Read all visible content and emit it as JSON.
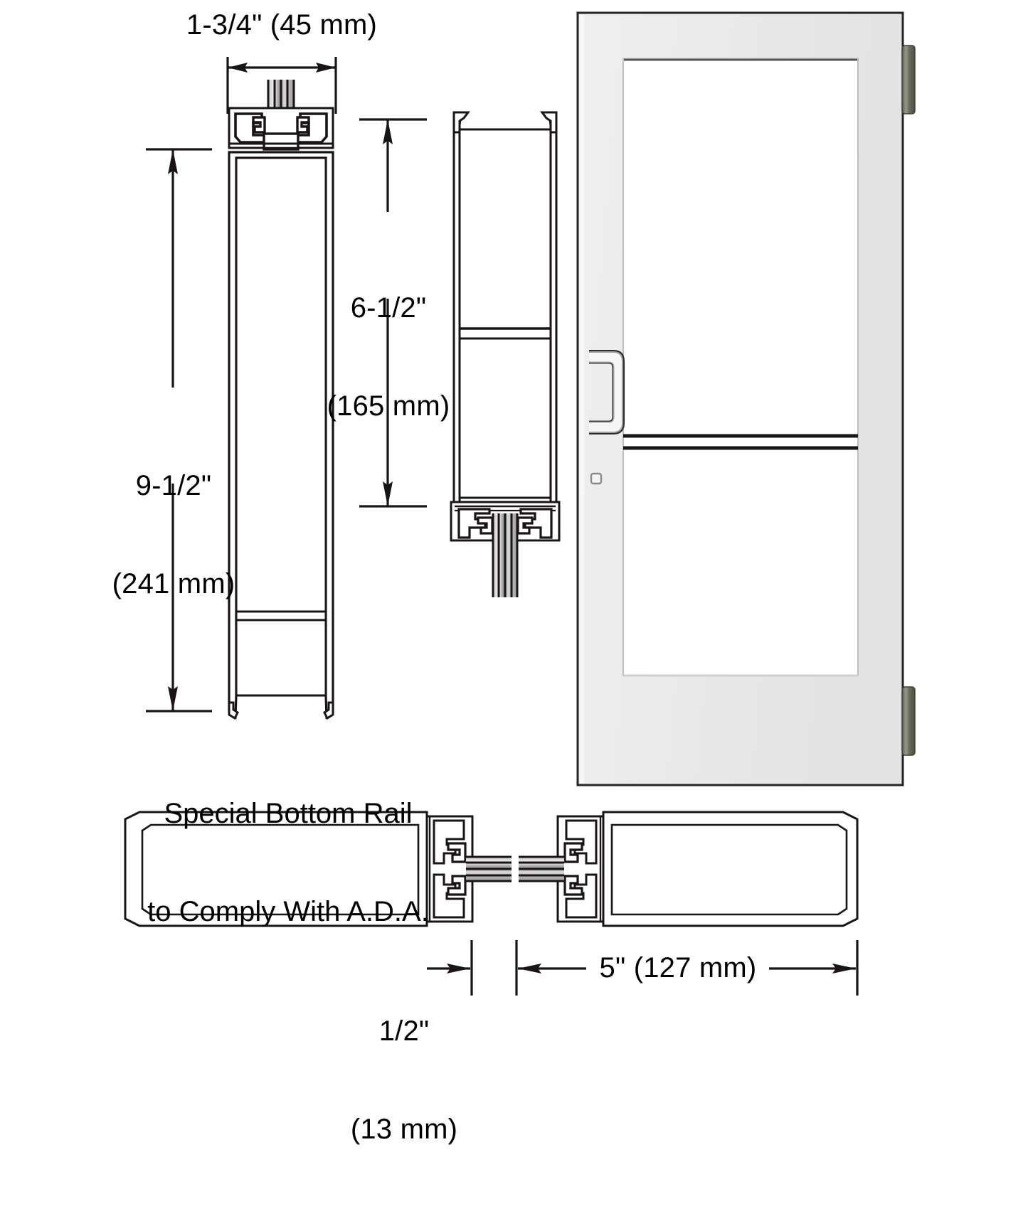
{
  "drawing": {
    "title": "Aluminum Storefront Door Profile Detail Drawing",
    "line_color": "#1a1416",
    "fill_white": "#ffffff",
    "door_frame_color": "#ebebeb",
    "door_glass_color": "#ffffff",
    "hinge_color": "#6e6e5e"
  },
  "dimensions": {
    "width_stile": {
      "id": "dim-width-stile",
      "inches": "1-3/4\"",
      "metric": "(45 mm)",
      "label": "1-3/4\" (45 mm)"
    },
    "top_rail": {
      "id": "dim-top-rail",
      "inches": "6-1/2\"",
      "metric": "(165 mm)",
      "line1": "6-1/2\"",
      "line2": "(165 mm)"
    },
    "bottom_rail": {
      "id": "dim-bottom-rail",
      "inches": "9-1/2\"",
      "metric": "(241 mm)",
      "line1": "9-1/2\"",
      "line2": "(241 mm)"
    },
    "gap": {
      "id": "dim-gap",
      "inches": "1/2\"",
      "metric": "(13 mm)",
      "line1": "1/2\"",
      "line2": "(13 mm)"
    },
    "stile_width": {
      "id": "dim-stile-width",
      "inches": "5\"",
      "metric": "(127 mm)",
      "label": "5\" (127 mm)"
    }
  },
  "notes": {
    "bottom_rail_note": {
      "line1": "Special Bottom Rail",
      "line2": "to Comply With A.D.A."
    }
  },
  "views": {
    "left_section": {
      "name": "bottom-rail-vertical-section"
    },
    "middle_section": {
      "name": "top-rail-vertical-section"
    },
    "door_elevation": {
      "name": "door-elevation-view"
    },
    "bottom_left_section": {
      "name": "stile-horizontal-section-left"
    },
    "bottom_right_section": {
      "name": "stile-horizontal-section-right"
    }
  },
  "door": {
    "hardware": {
      "pull_handle": "door-pull-handle",
      "cylinder_lock": "door-lock-cylinder",
      "hinge_top": "door-hinge-top",
      "hinge_bottom": "door-hinge-bottom",
      "muntin_upper": "door-muntin-bar-upper",
      "muntin_lower": "door-muntin-bar-lower"
    }
  }
}
